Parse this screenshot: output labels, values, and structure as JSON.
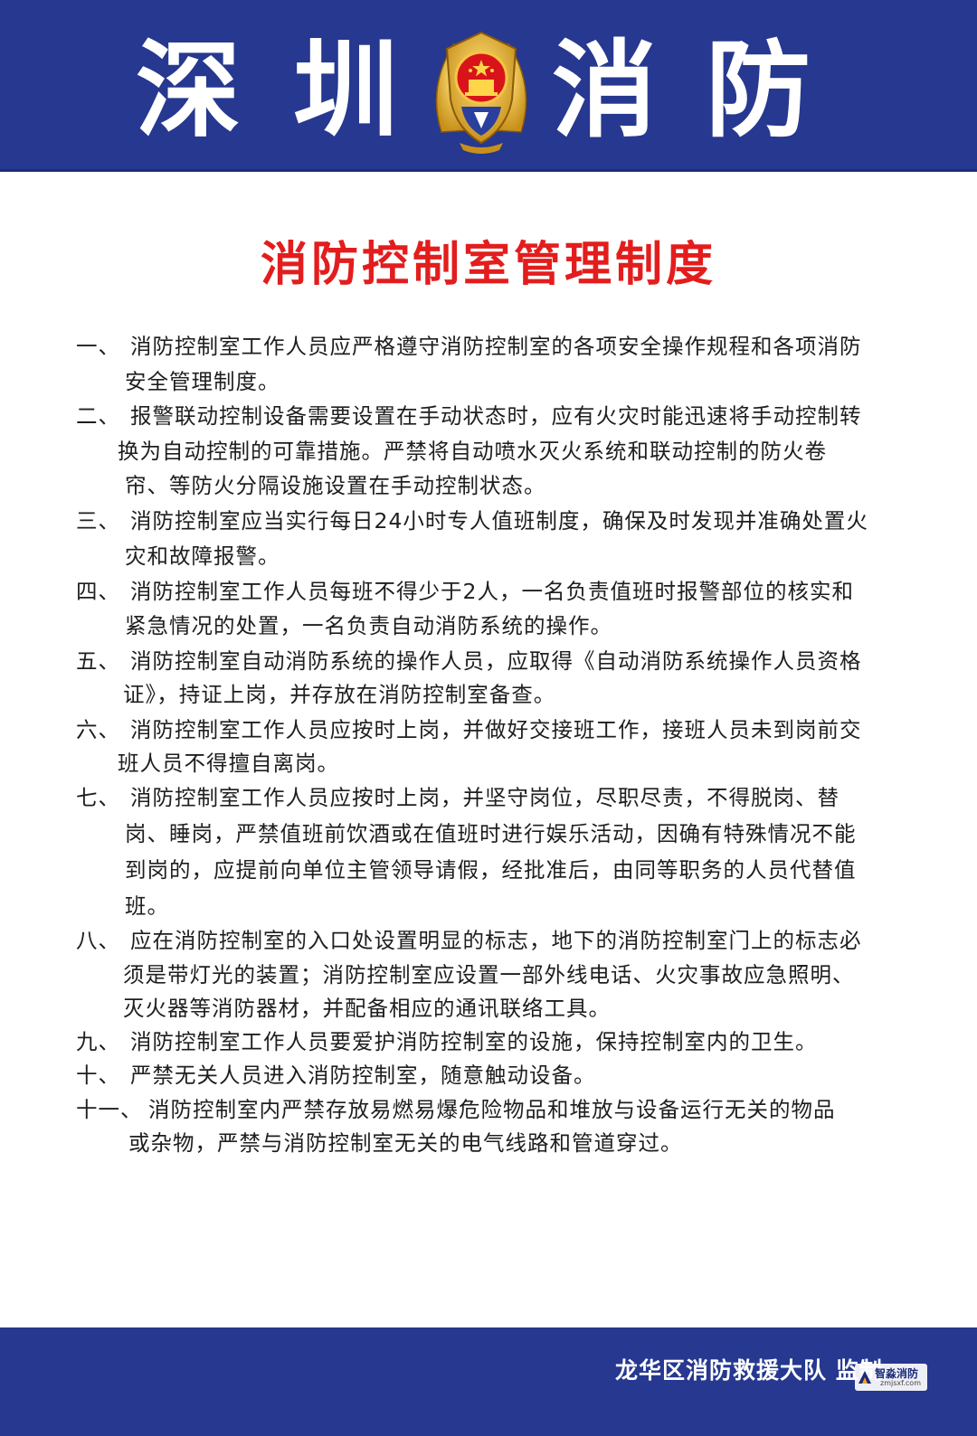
{
  "header": {
    "chars": [
      "深",
      "圳",
      "消",
      "防"
    ],
    "emblem": "fire-rescue-emblem"
  },
  "title": "消防控制室管理制度",
  "rules": [
    {
      "num": "一、",
      "lines": [
        "消防控制室工作人员应严格遵守消防控制室的各项安全操作规程和各项消防",
        "安全管理制度。"
      ]
    },
    {
      "num": "二、",
      "lines": [
        "报警联动控制设备需要设置在手动状态时，应有火灾时能迅速将手动控制转",
        "换为自动控制的可靠措施。严禁将自动喷水灭火系统和联动控制的防火卷",
        "帘、等防火分隔设施设置在手动控制状态。"
      ]
    },
    {
      "num": "三、",
      "lines": [
        "消防控制室应当实行每日24小时专人值班制度，确保及时发现并准确处置火",
        "灾和故障报警。"
      ]
    },
    {
      "num": "四、",
      "lines": [
        "消防控制室工作人员每班不得少于2人，一名负责值班时报警部位的核实和",
        "紧急情况的处置，一名负责自动消防系统的操作。"
      ]
    },
    {
      "num": "五、",
      "lines": [
        "消防控制室自动消防系统的操作人员，应取得《自动消防系统操作人员资格",
        "证》，持证上岗，并存放在消防控制室备查。"
      ]
    },
    {
      "num": "六、",
      "lines": [
        "消防控制室工作人员应按时上岗，并做好交接班工作，接班人员未到岗前交",
        "班人员不得擅自离岗。"
      ]
    },
    {
      "num": "七、",
      "lines": [
        "消防控制室工作人员应按时上岗，并坚守岗位，尽职尽责，不得脱岗、替",
        "岗、睡岗，严禁值班前饮酒或在值班时进行娱乐活动，因确有特殊情况不能",
        "到岗的，应提前向单位主管领导请假，经批准后，由同等职务的人员代替值",
        "班。"
      ]
    },
    {
      "num": "八、",
      "lines": [
        "应在消防控制室的入口处设置明显的标志，地下的消防控制室门上的标志必",
        "须是带灯光的装置；消防控制室应设置一部外线电话、火灾事故应急照明、",
        "灭火器等消防器材，并配备相应的通讯联络工具。"
      ]
    },
    {
      "num": "九、",
      "lines": [
        "消防控制室工作人员要爱护消防控制室的设施，保持控制室内的卫生。"
      ]
    },
    {
      "num": "十、",
      "lines": [
        "严禁无关人员进入消防控制室，随意触动设备。"
      ]
    },
    {
      "num": "十一、",
      "lines": [
        "消防控制室内严禁存放易燃易爆危险物品和堆放与设备运行无关的物品",
        "或杂物，严禁与消防控制室无关的电气线路和管道穿过。"
      ]
    }
  ],
  "footer": {
    "supervise": "龙华区消防救援大队 监制",
    "watermark": "智淼消防",
    "watermark_sub": "zmjsxf.com"
  }
}
